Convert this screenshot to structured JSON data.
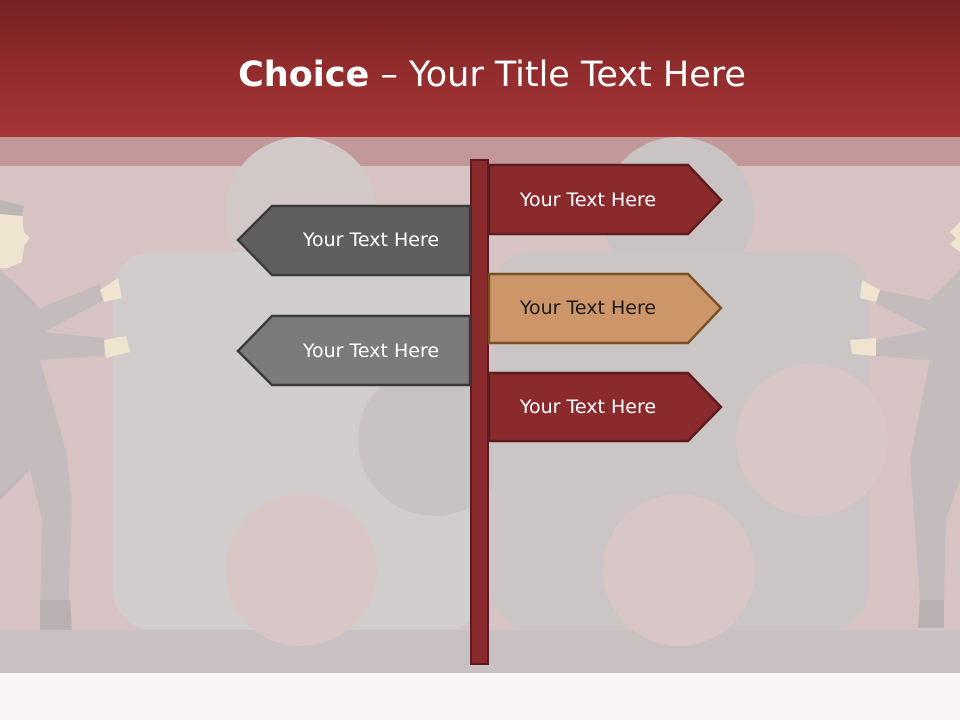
{
  "slide": {
    "title_bold": "Choice",
    "title_rest": " – Your Title Text Here"
  },
  "signs": [
    {
      "label": "Your Text Here",
      "direction": "right",
      "color": "#8b2a2c"
    },
    {
      "label": "Your Text Here",
      "direction": "left",
      "color": "#5f5f5f"
    },
    {
      "label": "Your Text Here",
      "direction": "right",
      "color": "#cd9668"
    },
    {
      "label": "Your Text Here",
      "direction": "left",
      "color": "#7b7b7b"
    },
    {
      "label": "Your Text Here",
      "direction": "right",
      "color": "#8b2a2c"
    }
  ],
  "colors": {
    "header": "#9a3031",
    "pole": "#8b2a2c",
    "background": "#d7c3c3"
  }
}
